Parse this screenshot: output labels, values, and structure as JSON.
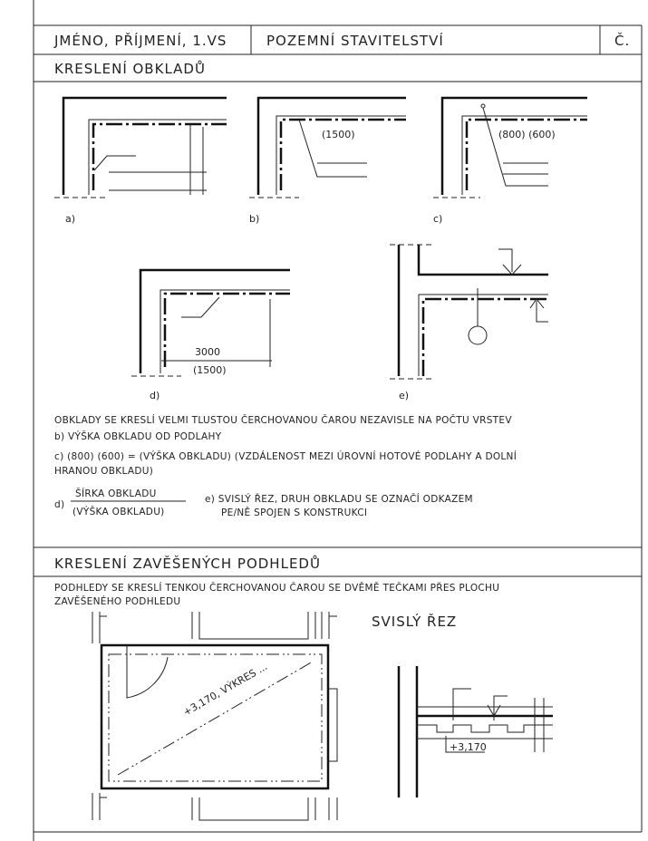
{
  "header": {
    "author": "JMÉNO, PŘÍJMENÍ, 1.VS",
    "subject": "POZEMNÍ STAVITELSTVÍ",
    "number": "Č."
  },
  "section1": {
    "title": "KRESLENÍ OBKLADŮ",
    "figures": {
      "a": "a)",
      "b": "b)",
      "c": "c)",
      "d": "d)",
      "e": "e)"
    },
    "dims": {
      "b": "(1500)",
      "c": "(800) (600)",
      "d_top": "3000",
      "d_bottom": "(1500)"
    },
    "notes": {
      "line1": "OBKLADY SE KRESLÍ VELMI TLUSTOU ČERCHOVANOU ČAROU NEZAVISLE NA POČTU VRSTEV",
      "b": "b) VÝŠKA OBKLADU OD PODLAHY",
      "c1": "c) (800) (600) = (VÝŠKA OBKLADU) (VZDÁLENOST MEZI ÚROVNÍ HOTOVÉ PODLAHY A DOLNÍ",
      "c2": "HRANOU OBKLADU)",
      "d_prefix": "d)",
      "d_num": "ŠÍRKA OBKLADU",
      "d_den": "(VÝŠKA OBKLADU)",
      "e1": "e) SVISLÝ ŘEZ, DRUH OBKLADU SE OZNAČÍ ODKAZEM",
      "e2": "PE/NĚ SPOJEN S KONSTRUKCI"
    }
  },
  "section2": {
    "title": "KRESLENÍ ZAVĚŠENÝCH PODHLEDŮ",
    "text1": "PODHLEDY SE KRESLÍ TENKOU ČERCHOVANOU ČAROU SE DVĚMĚ TEČKAMI PŘES PLOCHU",
    "text2": "ZAVĚŠENÉHO PODHLEDU",
    "section_label": "SVISLÝ ŘEZ",
    "plan_label": "+3,170, VÝKRES ...",
    "level": "+3,170"
  }
}
